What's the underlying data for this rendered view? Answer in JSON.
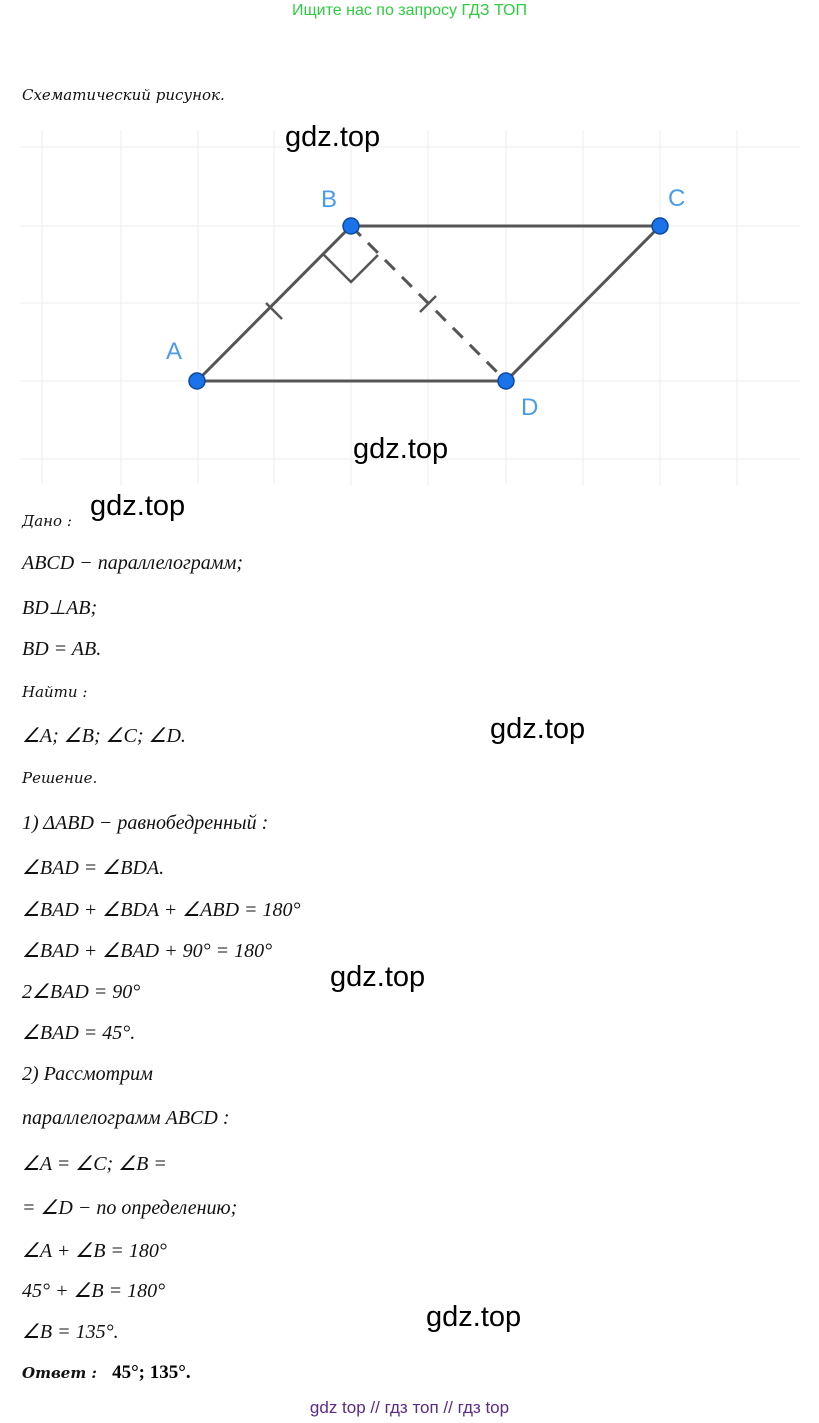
{
  "header": {
    "banner": "Ищите нас по запросу ГДЗ ТОП"
  },
  "caption": "Схематический рисунок.",
  "figure": {
    "labels": {
      "A": "A",
      "B": "B",
      "C": "C",
      "D": "D"
    },
    "point_color": "#1a73e8",
    "label_color": "#4a9be8"
  },
  "watermarks": [
    "gdz.top",
    "gdz.top",
    "gdz.top",
    "gdz.top",
    "gdz.top",
    "gdz.top"
  ],
  "solution": {
    "given_label": "Дано :",
    "given": [
      "ABCD − параллелограмм;",
      "BD⊥AB;",
      "BD = AB."
    ],
    "find_label": "Найти :",
    "find": "∠A; ∠B; ∠C; ∠D.",
    "solution_label": "Решение.",
    "steps": [
      "1) ΔABD − равнобедренный :",
      "∠BAD = ∠BDA.",
      "∠BAD + ∠BDA + ∠ABD = 180°",
      "∠BAD + ∠BAD + 90° = 180°",
      "2∠BAD = 90°",
      "∠BAD = 45°.",
      "2) Рассмотрим",
      " параллелограмм ABCD :",
      "∠A = ∠C;   ∠B =",
      "= ∠D − по определению;",
      "∠A + ∠B = 180°",
      "45° + ∠B = 180°",
      "∠B = 135°."
    ],
    "answer_label": "Ответ :",
    "answer": "45°; 135°."
  },
  "footer": {
    "links": "gdz top  //  гдз топ  //  гдз top"
  }
}
